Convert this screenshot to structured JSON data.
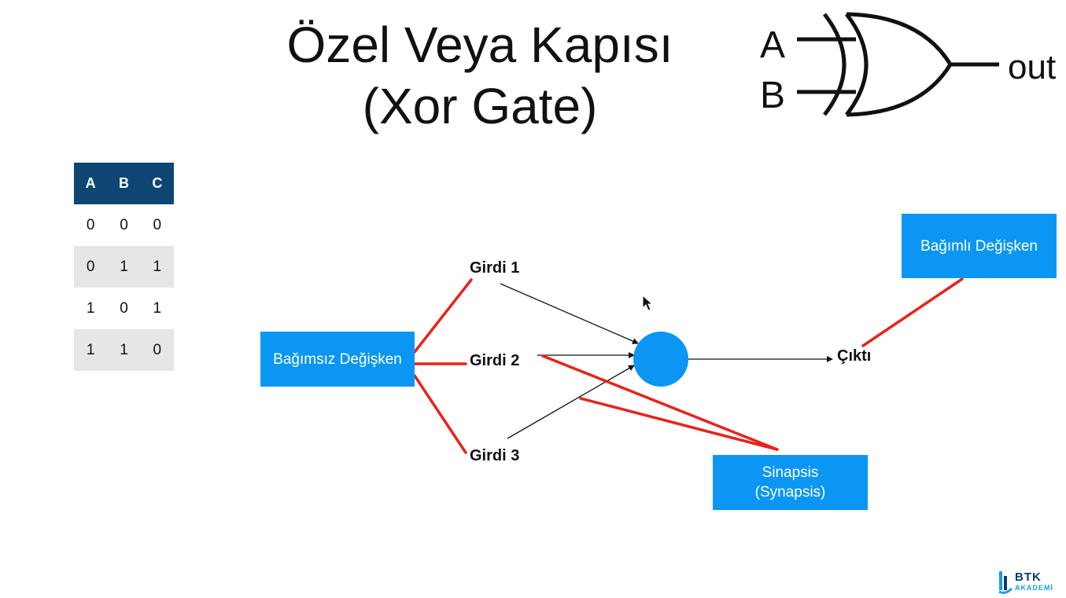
{
  "title": {
    "line1": "Özel Veya Kapısı",
    "line2": "(Xor Gate)"
  },
  "gate_symbol": {
    "input_a": "A",
    "input_b": "B",
    "output": "out"
  },
  "truth_table": {
    "headers": [
      "A",
      "B",
      "C"
    ],
    "rows": [
      [
        "0",
        "0",
        "0"
      ],
      [
        "0",
        "1",
        "1"
      ],
      [
        "1",
        "0",
        "1"
      ],
      [
        "1",
        "1",
        "0"
      ]
    ]
  },
  "network": {
    "independent_variable": "Bağımsız Değişken",
    "inputs": [
      "Girdi 1",
      "Girdi 2",
      "Girdi 3"
    ],
    "output": "Çıktı",
    "dependent_variable": "Bağımlı Değişken",
    "synapse": {
      "line1": "Sinapsis",
      "line2": "(Synapsis)"
    }
  },
  "colors": {
    "box": "#0a96f2",
    "table_header": "#0e4673",
    "annotation": "#e8231c",
    "neuron": "#0a96f2"
  },
  "logo": {
    "name": "BTK",
    "sub": "AKADEMİ"
  }
}
